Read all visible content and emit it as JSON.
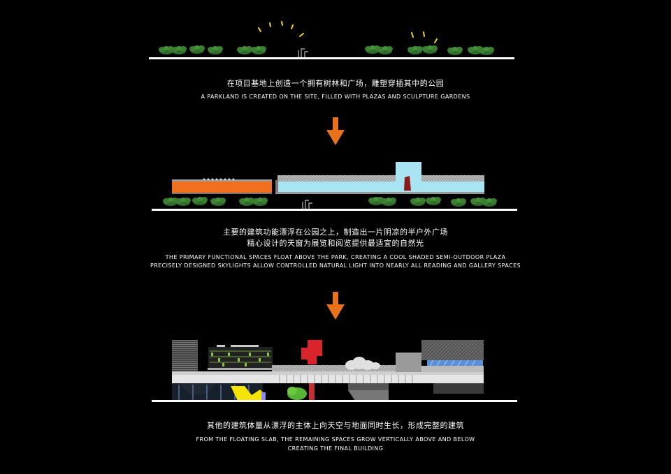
{
  "stages": [
    {
      "zh": [
        "在项目基地上创造一个拥有树林和广场，雕塑穿插其中的公园"
      ],
      "en": [
        "A PARKLAND IS CREATED ON THE SITE, FILLED WITH PLAZAS AND SCULPTURE GARDENS"
      ]
    },
    {
      "zh": [
        "主要的建筑功能漂浮在公园之上，制造出一片阴凉的半户外广场",
        "精心设计的天窗为展览和阅览提供最适宜的自然光"
      ],
      "en": [
        "THE PRIMARY FUNCTIONAL SPACES FLOAT ABOVE THE PARK, CREATING A COOL SHADED SEMI-OUTDOOR PLAZA",
        "PRECISELY DESIGNED SKYLIGHTS ALLOW CONTROLLED NATURAL LIGHT INTO NEARLY ALL READING AND GALLERY SPACES"
      ]
    },
    {
      "zh": [
        "其他的建筑体量从漂浮的主体上向天空与地面同时生长，形成完整的建筑"
      ],
      "en": [
        "FROM THE FLOATING SLAB, THE REMAINING SPACES GROW VERTICALLY ABOVE AND BELOW",
        "CREATING THE FINAL BUILDING"
      ]
    }
  ],
  "colors": {
    "background": "#000000",
    "ground": "#ffffff",
    "tree": "#2e6b2a",
    "arrow": "#e8711c",
    "sun": "#f5d21a",
    "orange_volume": "#f07020",
    "sky_volume": "#a8e4f2",
    "red": "#d8242a",
    "yellow": "#f5e400"
  }
}
